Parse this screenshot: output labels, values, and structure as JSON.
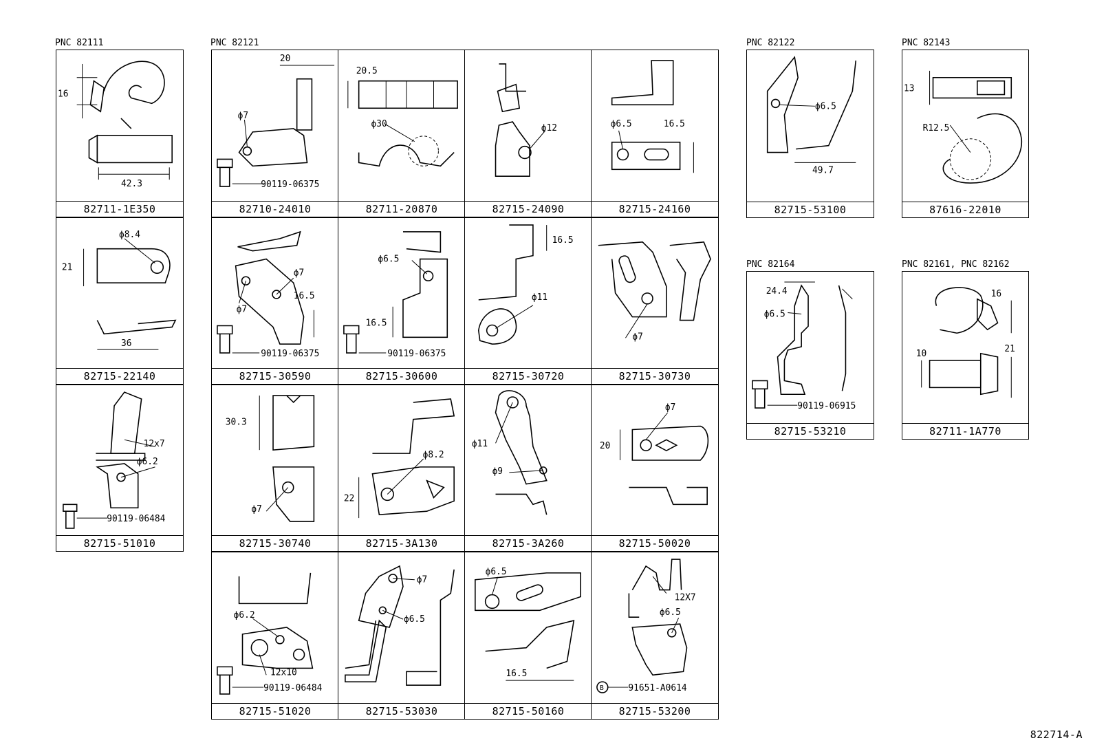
{
  "pnc_labels": {
    "pnc_82111": "PNC 82111",
    "pnc_82121": "PNC 82121",
    "pnc_82122": "PNC 82122",
    "pnc_82143": "PNC 82143",
    "pnc_82164": "PNC 82164",
    "pnc_82161_82162": "PNC 82161, PNC 82162"
  },
  "cells": [
    {
      "part": "82711-1E350",
      "annotations": [
        "16",
        "42.3"
      ]
    },
    {
      "part": "82715-22140",
      "annotations": [
        "ϕ8.4",
        "21",
        "36"
      ]
    },
    {
      "part": "82715-51010",
      "annotations": [
        "12x7",
        "ϕ6.2",
        "90119-06484"
      ]
    },
    {
      "part": "82710-24010",
      "annotations": [
        "20",
        "ϕ7",
        "90119-06375"
      ]
    },
    {
      "part": "82711-20870",
      "annotations": [
        "20.5",
        "ϕ30"
      ]
    },
    {
      "part": "82715-24090",
      "annotations": [
        "ϕ12"
      ]
    },
    {
      "part": "82715-24160",
      "annotations": [
        "ϕ6.5",
        "16.5"
      ]
    },
    {
      "part": "82715-30590",
      "annotations": [
        "ϕ7",
        "ϕ7",
        "16.5",
        "90119-06375"
      ]
    },
    {
      "part": "82715-30600",
      "annotations": [
        "ϕ6.5",
        "16.5",
        "90119-06375"
      ]
    },
    {
      "part": "82715-30720",
      "annotations": [
        "16.5",
        "ϕ11"
      ]
    },
    {
      "part": "82715-30730",
      "annotations": [
        "ϕ7"
      ]
    },
    {
      "part": "82715-30740",
      "annotations": [
        "30.3",
        "ϕ7"
      ]
    },
    {
      "part": "82715-3A130",
      "annotations": [
        "ϕ8.2",
        "22"
      ]
    },
    {
      "part": "82715-3A260",
      "annotations": [
        "ϕ11",
        "ϕ9"
      ]
    },
    {
      "part": "82715-50020",
      "annotations": [
        "ϕ7",
        "20"
      ]
    },
    {
      "part": "82715-51020",
      "annotations": [
        "ϕ6.2",
        "12x10",
        "90119-06484"
      ]
    },
    {
      "part": "82715-53030",
      "annotations": [
        "ϕ7",
        "ϕ6.5"
      ]
    },
    {
      "part": "82715-50160",
      "annotations": [
        "ϕ6.5",
        "16.5"
      ]
    },
    {
      "part": "82715-53200",
      "annotations": [
        "12X7",
        "ϕ6.5",
        "91651-A0614"
      ]
    },
    {
      "part": "82715-53100",
      "annotations": [
        "ϕ6.5",
        "49.7"
      ]
    },
    {
      "part": "87616-22010",
      "annotations": [
        "13",
        "R12.5"
      ]
    },
    {
      "part": "82715-53210",
      "annotations": [
        "24.4",
        "ϕ6.5",
        "90119-06915"
      ]
    },
    {
      "part": "82711-1A770",
      "annotations": [
        "16",
        "10",
        "21"
      ]
    }
  ],
  "footer_code": "822714-A"
}
